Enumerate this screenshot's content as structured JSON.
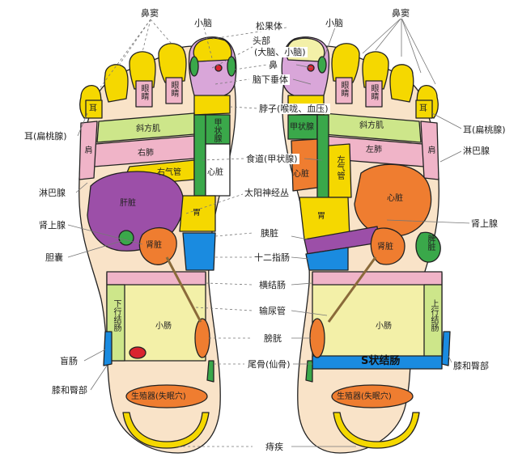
{
  "colors": {
    "outline": "#222222",
    "toe_yellow": "#f5d800",
    "brain_lilac": "#d9a6d9",
    "pink": "#f0b4c8",
    "purple": "#9c4fa8",
    "orange": "#ef7d30",
    "blue": "#1a8be0",
    "green": "#3aa84a",
    "lime": "#cde68a",
    "light_yellow": "#f3f0a8",
    "peach": "#f9e3c8"
  },
  "center_labels": [
    {
      "id": "pineal",
      "text": "松果体"
    },
    {
      "id": "head",
      "text": "头部"
    },
    {
      "id": "brain",
      "text": "(大脑、小脑)"
    },
    {
      "id": "nose",
      "text": "鼻"
    },
    {
      "id": "pituitary",
      "text": "脑下垂体"
    },
    {
      "id": "neck",
      "text": "脖子(喉咙、血压)"
    },
    {
      "id": "esophagus",
      "text": "食道(甲状腺)"
    },
    {
      "id": "solar",
      "text": "太阳神经丛"
    },
    {
      "id": "pancreas",
      "text": "胰脏"
    },
    {
      "id": "duodenum",
      "text": "十二指肠"
    },
    {
      "id": "transverse",
      "text": "横结肠"
    },
    {
      "id": "ureter",
      "text": "输尿管"
    },
    {
      "id": "bladder",
      "text": "膀胱"
    },
    {
      "id": "coccyx",
      "text": "尾骨(仙骨)"
    },
    {
      "id": "hemorrhoid",
      "text": "痔疾"
    }
  ],
  "left_side_labels": [
    {
      "id": "sinus_l",
      "text": "鼻窦"
    },
    {
      "id": "cerebellum_l",
      "text": "小脑"
    },
    {
      "id": "ear_l",
      "text": "耳(扁桃腺)"
    },
    {
      "id": "lymph_l",
      "text": "淋巴腺"
    },
    {
      "id": "adrenal_l",
      "text": "肾上腺"
    },
    {
      "id": "gallbladder",
      "text": "胆囊"
    },
    {
      "id": "appendix",
      "text": "盲肠"
    },
    {
      "id": "knee_l",
      "text": "膝和臀部"
    }
  ],
  "right_side_labels": [
    {
      "id": "sinus_r",
      "text": "鼻窦"
    },
    {
      "id": "cerebellum_r",
      "text": "小脑"
    },
    {
      "id": "ear_r",
      "text": "耳(扁桃腺)"
    },
    {
      "id": "lymph_r",
      "text": "淋巴腺"
    },
    {
      "id": "adrenal_r",
      "text": "肾上腺"
    },
    {
      "id": "knee_r",
      "text": "膝和臀部"
    }
  ],
  "left_foot_regions": {
    "eye1": "眼睛",
    "eye2": "眼睛",
    "ear": "耳",
    "trapezius": "斜方肌",
    "lung": "右肺",
    "bronchus": "右气管",
    "shoulder": "肩",
    "thyroid": "甲状腺",
    "heart": "心脏",
    "liver": "肝脏",
    "stomach": "胃",
    "kidney": "肾脏",
    "descending": "下行结肠",
    "small_intestine": "小肠",
    "genital": "生殖器(失眠穴)"
  },
  "right_foot_regions": {
    "eye1": "眼睛",
    "eye2": "眼睛",
    "ear": "耳",
    "trapezius": "斜方肌",
    "lung": "左肺",
    "bronchus": "左气管",
    "shoulder": "肩",
    "thyroid": "甲状腺",
    "heart_small": "心脏",
    "heart": "心脏",
    "stomach": "胃",
    "kidney": "肾脏",
    "spleen": "脾脏",
    "ascending": "上行结肠",
    "small_intestine": "小肠",
    "sigmoid": "S状结肠",
    "genital": "生殖器(失眠穴)"
  }
}
